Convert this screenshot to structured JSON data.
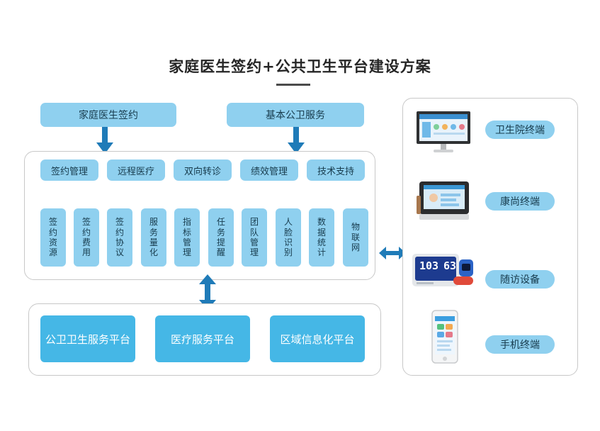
{
  "title": "家庭医生签约+公共卫生平台建设方案",
  "top_labels": {
    "left": "家庭医生签约",
    "right": "基本公卫服务"
  },
  "modules": [
    "签约管理",
    "远程医疗",
    "双向转诊",
    "绩效管理",
    "技术支持"
  ],
  "functions": [
    [
      "签",
      "约",
      "资",
      "源"
    ],
    [
      "签",
      "约",
      "费",
      "用"
    ],
    [
      "签",
      "约",
      "协",
      "议"
    ],
    [
      "服",
      "务",
      "量",
      "化"
    ],
    [
      "指",
      "标",
      "管",
      "理"
    ],
    [
      "任",
      "务",
      "提",
      "醒"
    ],
    [
      "团",
      "队",
      "管",
      "理"
    ],
    [
      "人",
      "脸",
      "识",
      "别"
    ],
    [
      "数",
      "据",
      "统",
      "计"
    ],
    [
      "物",
      "联",
      "网"
    ]
  ],
  "platforms": [
    "公卫卫生服务平台",
    "医疗服务平台",
    "区域信息化平台"
  ],
  "terminals": [
    "卫生院终端",
    "康尚终端",
    "随访设备",
    "手机终端"
  ],
  "device_readout": {
    "value1": "103",
    "value2": "63"
  },
  "colors": {
    "pill_light": "#8fd0ef",
    "pill_dark": "#45b7e6",
    "arrow": "#1f7bb8",
    "border": "#c8c8c8"
  }
}
